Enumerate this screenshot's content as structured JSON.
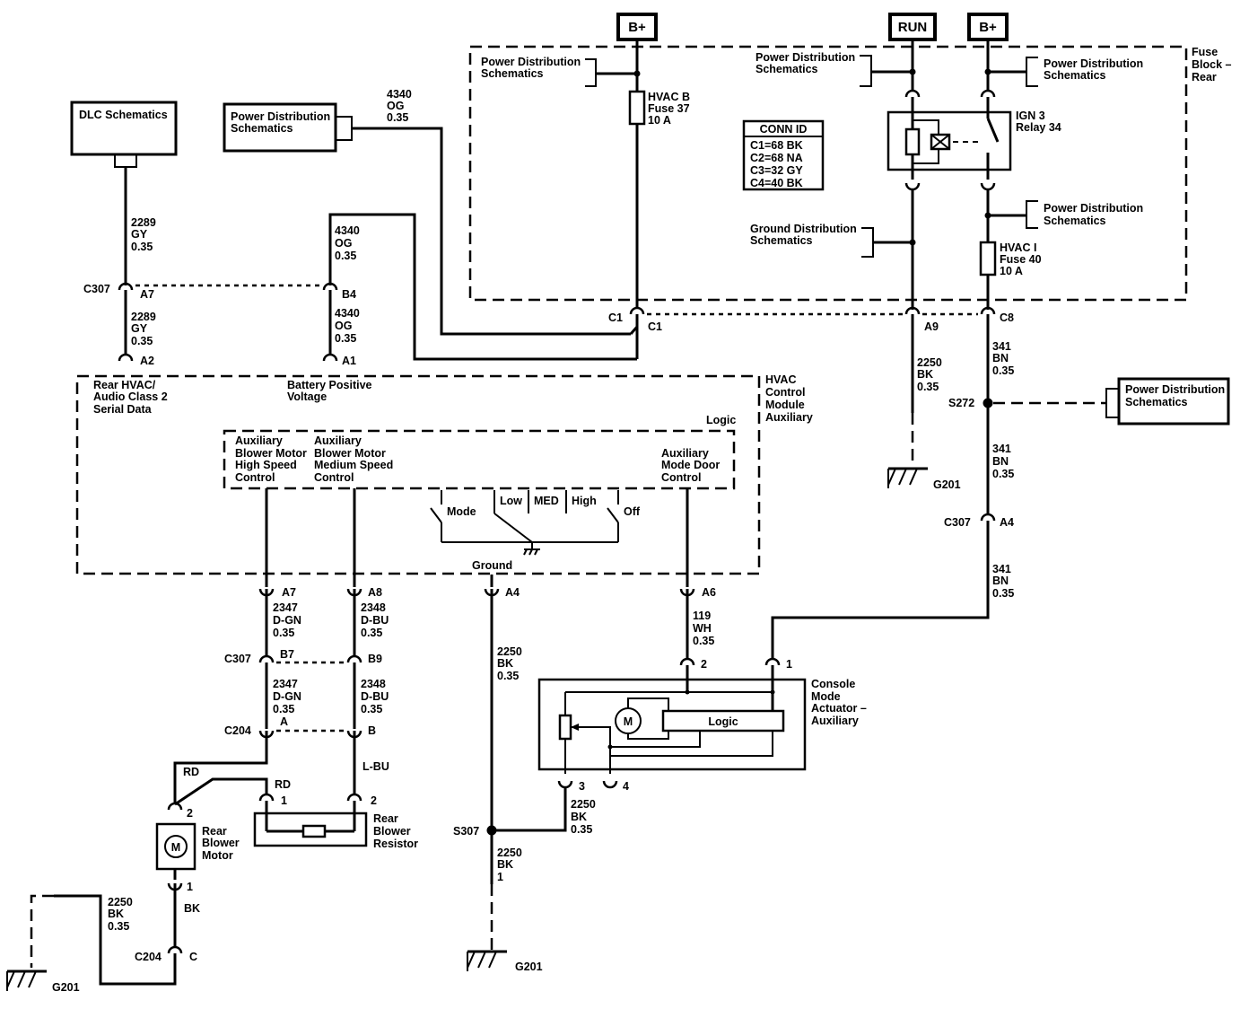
{
  "power": {
    "b_plus_left": "B+",
    "run": "RUN",
    "b_plus_right": "B+"
  },
  "refs": {
    "dlc": "DLC Schematics",
    "pd1": [
      "Power Distribution",
      "Schematics"
    ],
    "pd_top": [
      "Power Distribution",
      "Schematics"
    ],
    "pd_run": [
      "Power Distribution",
      "Schematics"
    ],
    "pd_b_top": [
      "Power Distribution",
      "Schematics"
    ],
    "pd_b_mid": [
      "Power Distribution",
      "Schematics"
    ],
    "ground_dist": [
      "Ground Distribution",
      "Schematics"
    ],
    "pd_s272": [
      "Power Distribution",
      "Schematics"
    ]
  },
  "fuse_block": {
    "label": [
      "Fuse",
      "Block –",
      "Rear"
    ]
  },
  "fuse_hvac_b": [
    "HVAC B",
    "Fuse 37",
    "10 A"
  ],
  "fuse_hvac_i": [
    "HVAC I",
    "Fuse 40",
    "10 A"
  ],
  "relay": [
    "IGN 3",
    "Relay 34"
  ],
  "conn_id": {
    "title": "CONN ID",
    "rows": [
      "C1=68 BK",
      "C2=68 NA",
      "C3=32 GY",
      "C4=40 BK"
    ]
  },
  "wires": {
    "w2289_top": [
      "2289",
      "GY",
      "0.35"
    ],
    "w2289_bot": [
      "2289",
      "GY",
      "0.35"
    ],
    "w4340_top": [
      "4340",
      "OG",
      "0.35"
    ],
    "w4340_mid": [
      "4340",
      "OG",
      "0.35"
    ],
    "w4340_bot": [
      "4340",
      "OG",
      "0.35"
    ],
    "w2250_a9": [
      "2250",
      "BK",
      "0.35"
    ],
    "w341_1": [
      "341",
      "BN",
      "0.35"
    ],
    "w341_2": [
      "341",
      "BN",
      "0.35"
    ],
    "w341_3": [
      "341",
      "BN",
      "0.35"
    ],
    "w2347_1": [
      "2347",
      "D-GN",
      "0.35"
    ],
    "w2347_2": [
      "2347",
      "D-GN",
      "0.35"
    ],
    "w2348_1": [
      "2348",
      "D-BU",
      "0.35"
    ],
    "w2348_2": [
      "2348",
      "D-BU",
      "0.35"
    ],
    "w2250_gnd": [
      "2250",
      "BK",
      "0.35"
    ],
    "w119": [
      "119",
      "WH",
      "0.35"
    ],
    "w2250_act": [
      "2250",
      "BK",
      "0.35"
    ],
    "w2250_s307": [
      "2250",
      "BK",
      "1"
    ],
    "w2250_motor": [
      "2250",
      "BK",
      "0.35"
    ],
    "rd1": "RD",
    "rd2": "RD",
    "lbu": "L-BU",
    "bk": "BK"
  },
  "connectors": {
    "c307_a7": "C307",
    "a7": "A7",
    "b4": "B4",
    "a2": "A2",
    "a1": "A1",
    "c1_left": "C1",
    "c1_right": "C1",
    "a9": "A9",
    "c8": "C8",
    "s272": "S272",
    "c307_a4": "C307",
    "a4_c307": "A4",
    "pin_a7": "A7",
    "pin_a8": "A8",
    "pin_a4": "A4",
    "pin_a6": "A6",
    "c307_b": "C307",
    "b7": "B7",
    "b9": "B9",
    "c204": "C204",
    "a": "A",
    "b": "B",
    "pin1_r": "1",
    "pin2_r": "2",
    "pin2_m": "2",
    "pin1_m": "1",
    "pin2_act": "2",
    "pin1_act": "1",
    "pin3_act": "3",
    "pin4_act": "4",
    "s307": "S307",
    "c204_c": "C204",
    "c": "C"
  },
  "module": {
    "label": [
      "HVAC",
      "Control",
      "Module",
      "Auxiliary"
    ],
    "logic": "Logic",
    "rear_hvac": [
      "Rear HVAC/",
      "Audio Class 2",
      "Serial Data"
    ],
    "battery": [
      "Battery Positive",
      "Voltage"
    ],
    "high_speed": [
      "Auxiliary",
      "Blower Motor",
      "High Speed",
      "Control"
    ],
    "med_speed": [
      "Auxiliary",
      "Blower Motor",
      "Medium Speed",
      "Control"
    ],
    "mode_door": [
      "Auxiliary",
      "Mode Door",
      "Control"
    ],
    "switch": {
      "mode": "Mode",
      "low": "Low",
      "med": "MED",
      "high": "High",
      "off": "Off"
    },
    "ground": "Ground"
  },
  "actuator": {
    "label": [
      "Console",
      "Mode",
      "Actuator –",
      "Auxiliary"
    ],
    "logic": "Logic",
    "motor": "M"
  },
  "blower": {
    "label": [
      "Rear",
      "Blower",
      "Motor"
    ],
    "motor": "M"
  },
  "resistor": {
    "label": [
      "Rear",
      "Blower",
      "Resistor"
    ]
  },
  "grounds": {
    "g201_a": "G201",
    "g201_b": "G201",
    "g201_c": "G201"
  }
}
